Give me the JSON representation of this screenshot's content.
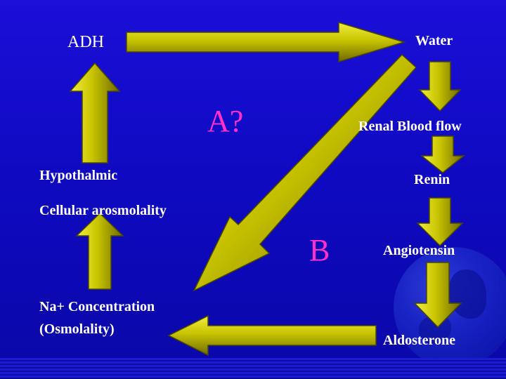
{
  "nodes": {
    "adh": "ADH",
    "water": "Water",
    "renal_blood_flow": "Renal Blood flow",
    "renin": "Renin",
    "angiotensin": "Angiotensin",
    "aldosterone": "Aldosterone",
    "hypothalmic": "Hypothalmic",
    "cellular_arosmolality": "Cellular arosmolality",
    "na_concentration": "Na+ Concentration",
    "osmolality": "(Osmolality)"
  },
  "markers": {
    "a": "A?",
    "b": "B"
  },
  "colors": {
    "background": "#1410c8",
    "arrow_fill": "#c8c400",
    "label_text": "#ffffff",
    "marker_text": "#ff2fc8"
  }
}
